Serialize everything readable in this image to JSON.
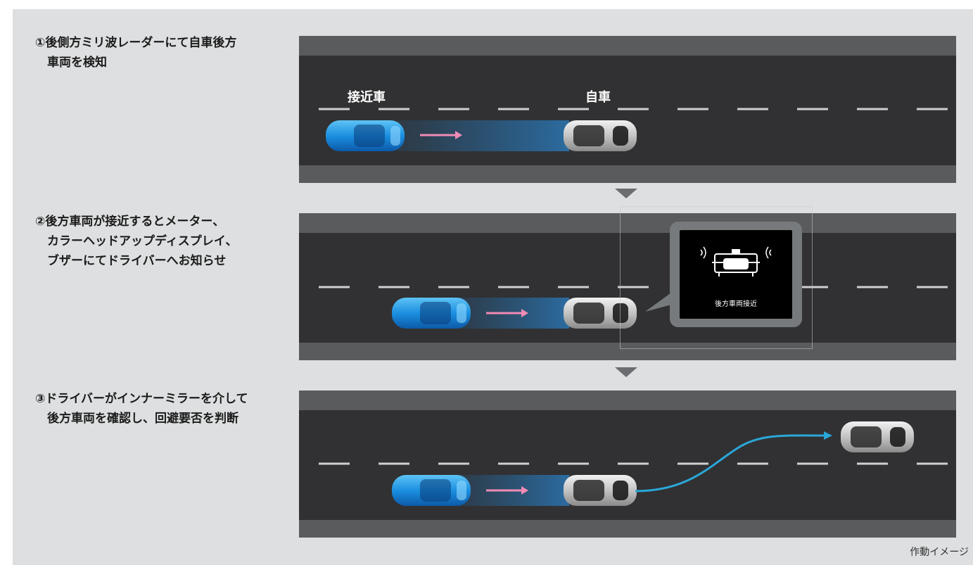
{
  "steps": [
    {
      "line1": "①後側方ミリ波レーダーにて自車後方",
      "line2": "車両を検知"
    },
    {
      "line1": "②後方車両が接近するとメーター、",
      "line2": "カラーヘッドアップディスプレイ、",
      "line3": "ブザーにてドライバーへお知らせ"
    },
    {
      "line1": "③ドライバーがインナーミラーを介して",
      "line2": "後方車両を確認し、回避要否を判断"
    }
  ],
  "labels": {
    "approaching_car": "接近車",
    "own_car": "自車",
    "alert_message": "後方車両接近"
  },
  "caption": "作動イメージ",
  "colors": {
    "background": "#dedfe0",
    "road": "#313133",
    "road_edge": "#5a5b5d",
    "approaching_car": "#1d8fe0",
    "own_car": "#c8c8c8",
    "arrow": "#f08bb4",
    "trajectory": "#2aa7d8",
    "step_arrow": "#6c6d70"
  },
  "icons": [
    "car-top-view-icon",
    "rear-approach-warning-icon",
    "down-triangle-icon"
  ]
}
